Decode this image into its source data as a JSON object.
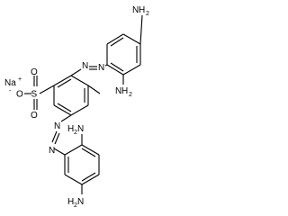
{
  "molecule": {
    "counterion": {
      "symbol": "Na",
      "charge": "+"
    },
    "sulfonate": {
      "symbol": "S",
      "oxygen": "O",
      "charge": "-"
    },
    "amine_groups": [
      {
        "id": "top-4-amine",
        "element": "N",
        "h": "H",
        "count": "2"
      },
      {
        "id": "top-2-amine",
        "element": "N",
        "h": "H",
        "count": "2"
      },
      {
        "id": "bottom-2-amine",
        "element": "N",
        "h": "H",
        "count": "2"
      },
      {
        "id": "bottom-4-amine",
        "element": "N",
        "h": "H",
        "count": "2"
      }
    ],
    "azo_nitrogens": [
      {
        "id": "upper-azo-n1",
        "element": "N"
      },
      {
        "id": "upper-azo-n2",
        "element": "N"
      },
      {
        "id": "lower-azo-n1",
        "element": "N"
      },
      {
        "id": "lower-azo-n2",
        "element": "N"
      }
    ]
  }
}
